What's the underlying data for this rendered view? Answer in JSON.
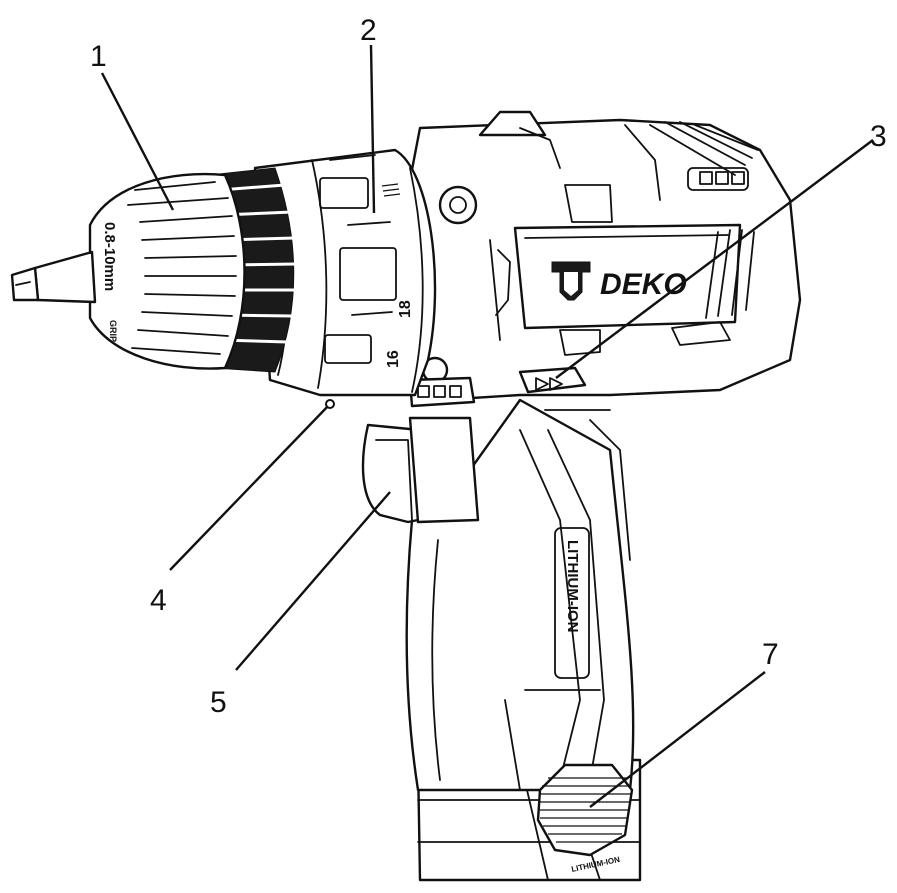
{
  "callouts": [
    {
      "id": "1",
      "label": "1"
    },
    {
      "id": "2",
      "label": "2"
    },
    {
      "id": "3",
      "label": "3"
    },
    {
      "id": "4",
      "label": "4"
    },
    {
      "id": "5",
      "label": "5"
    },
    {
      "id": "7",
      "label": "7"
    }
  ],
  "markings": {
    "brand": "DEKO",
    "chuck_range": "0.8-10mm",
    "chuck_grip": "GRIP",
    "torque_18": "18",
    "torque_16": "16",
    "battery_type": "LITHIUM-ION",
    "battery_small": "LITHIUM-ION"
  }
}
